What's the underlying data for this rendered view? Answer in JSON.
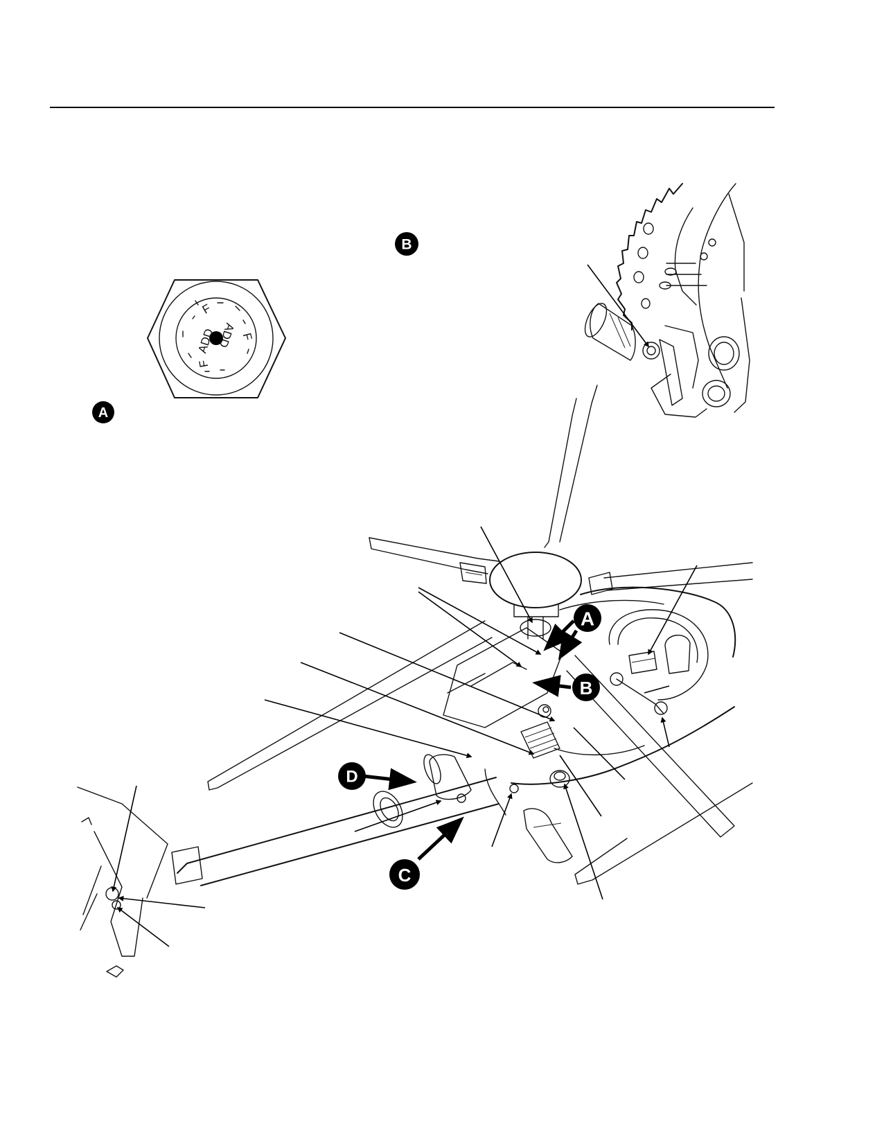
{
  "callouts": {
    "detail_a": "A",
    "detail_b": "B",
    "main_a": "A",
    "main_b": "B",
    "main_c": "C",
    "main_d": "D"
  },
  "detail_a_markings": {
    "add_1": "ADD",
    "add_2": "ADD",
    "f_1": "F",
    "f_2": "F",
    "f_3": "F"
  },
  "colors": {
    "ink": "#000000",
    "paper": "#ffffff"
  }
}
